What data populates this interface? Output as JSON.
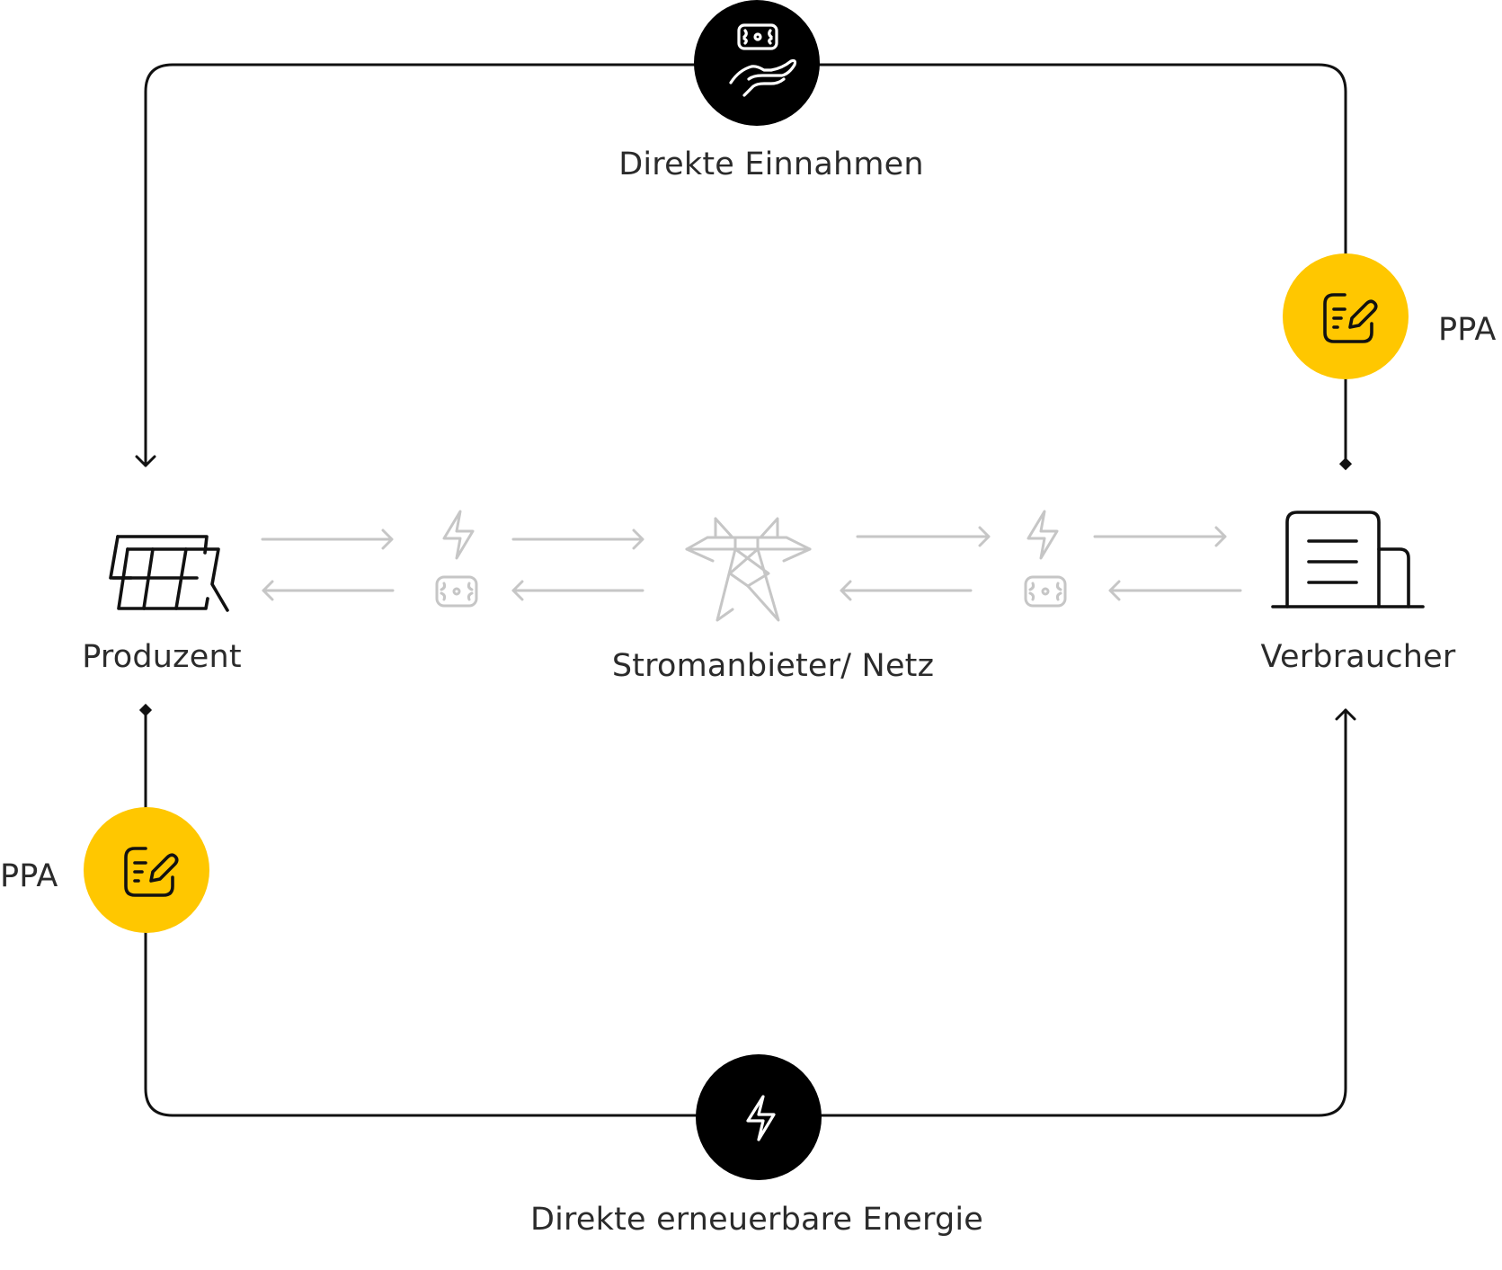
{
  "colors": {
    "accent_yellow": "#FFC700",
    "dark_circle": "#000000",
    "line": "#111111",
    "muted_grey": "#C6C6C6",
    "text": "#2B2B2B",
    "background": "#FFFFFF"
  },
  "nodes": {
    "producer": {
      "label": "Produzent",
      "icon": "solar-panel-icon"
    },
    "grid": {
      "label": "Stromanbieter/ Netz",
      "icon": "power-pylon-icon"
    },
    "consumer": {
      "label": "Verbraucher",
      "icon": "building-icon"
    }
  },
  "flows": {
    "top": {
      "label": "Direkte Einnahmen",
      "icon": "money-hand-icon",
      "direction": "Verbraucher → Produzent"
    },
    "bottom": {
      "label": "Direkte erneuerbare Energie",
      "icon": "lightning-icon",
      "direction": "Produzent → Verbraucher"
    }
  },
  "contracts": {
    "right": {
      "label": "PPA",
      "icon": "contract-edit-icon"
    },
    "left": {
      "label": "PPA",
      "icon": "contract-edit-icon"
    }
  },
  "indirect_path": {
    "left_group": {
      "energy_icon": "lightning-icon",
      "money_icon": "money-icon"
    },
    "right_group": {
      "energy_icon": "lightning-icon",
      "money_icon": "money-icon"
    }
  }
}
